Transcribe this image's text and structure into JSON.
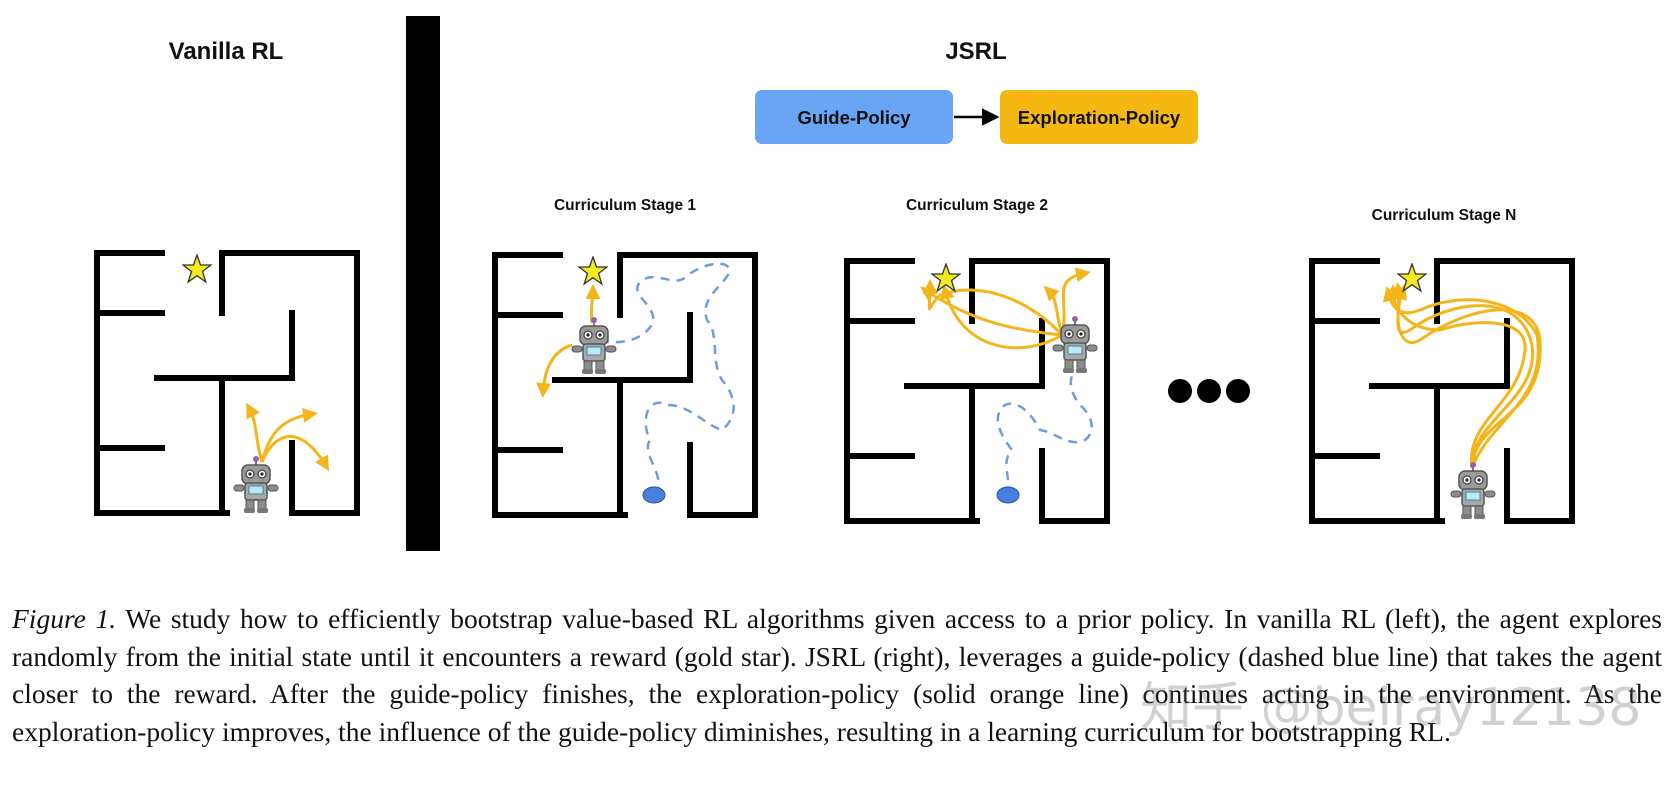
{
  "figure": {
    "left_title": "Vanilla RL",
    "right_title": "JSRL",
    "guide_box_label": "Guide-Policy",
    "exploration_box_label": "Exploration-Policy",
    "stage_labels": [
      "Curriculum Stage 1",
      "Curriculum Stage 2",
      "Curriculum Stage N"
    ],
    "colors": {
      "guide_box": "#6aa4f5",
      "exploration_box": "#f5b711",
      "exploration_path": "#f3b51a",
      "guide_path": "#6e9ddf",
      "star": "#f5ea1c",
      "wall": "#000000"
    }
  },
  "caption": {
    "label": "Figure 1.",
    "text": "We study how to efficiently bootstrap value-based RL algorithms given access to a prior policy. In vanilla RL (left), the agent explores randomly from the initial state until it encounters a reward (gold star). JSRL (right), leverages a guide-policy (dashed blue line) that takes the agent closer to the reward. After the guide-policy finishes, the exploration-policy (solid orange line) continues acting in the environment. As the exploration-policy improves, the influence of the guide-policy diminishes, resulting in a learning curriculum for bootstrapping RL."
  },
  "watermark": "知乎 @beiray12138"
}
